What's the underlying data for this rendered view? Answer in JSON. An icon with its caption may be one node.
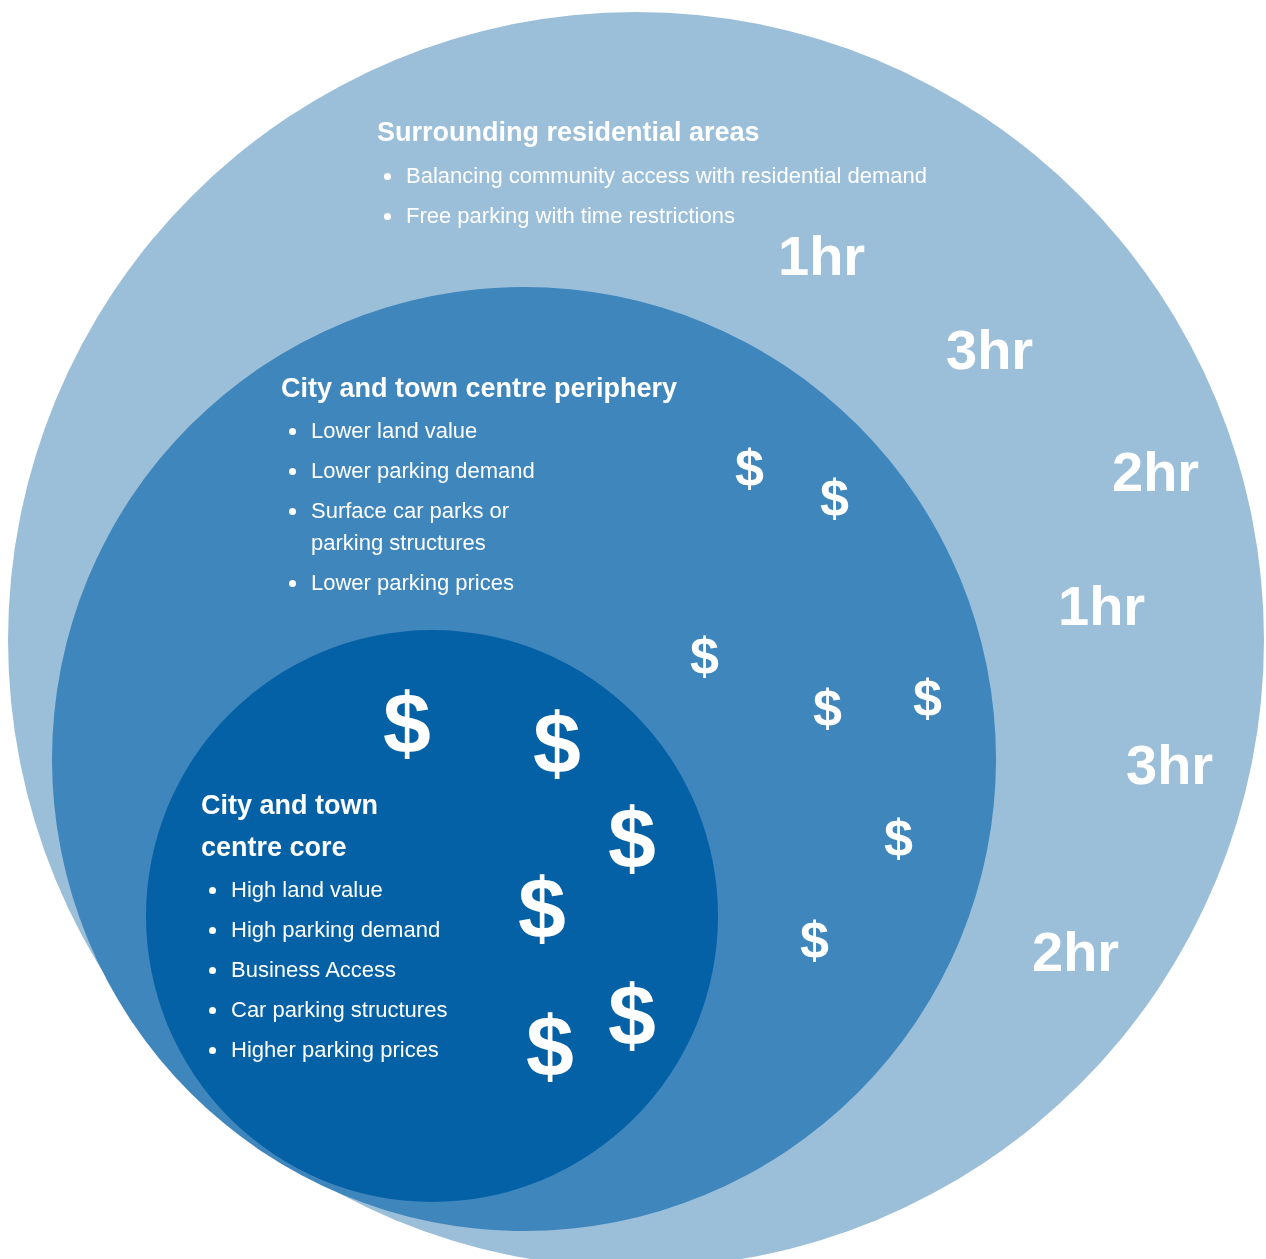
{
  "diagram": {
    "nodes": [
      {
        "text": [
          "Surrounding residential areas",
          "Balancing community access with residential demand",
          "Free parking with time restrictions"
        ]
      },
      {
        "text": [
          "City and town centre periphery",
          "Lower land value",
          "Lower parking demand",
          "Surface car parks or parking structures",
          "Lower parking prices"
        ],
        "in": 0
      },
      {
        "text": [
          "City and town centre core",
          "High land value",
          "High parking demand",
          "Business Access",
          "Car parking structures",
          "Higher parking prices"
        ],
        "in": 1
      }
    ],
    "labels": [
      "1hr",
      "3hr",
      "2hr",
      "1hr",
      "3hr",
      "2hr",
      "$",
      "$",
      "$",
      "$",
      "$",
      "$",
      "$",
      "$",
      "$",
      "$",
      "$",
      "$",
      "$"
    ]
  }
}
